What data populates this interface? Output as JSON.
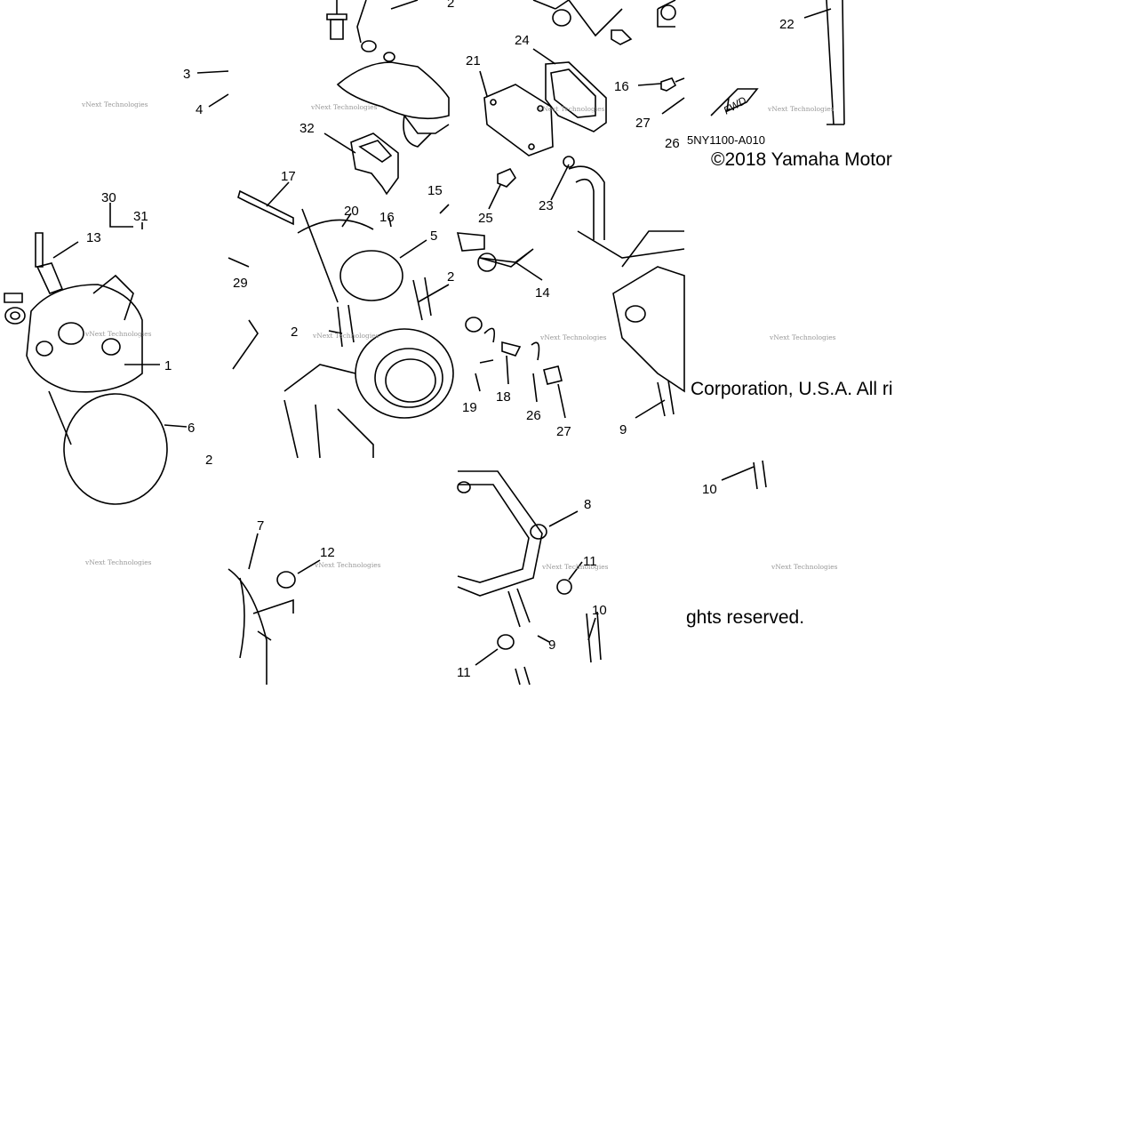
{
  "diagram": {
    "part_code": "5NY1100-A010",
    "copyright_lines": [
      "©2018 Yamaha Motor",
      "Corporation, U.S.A. All ri",
      "ghts reserved."
    ],
    "watermark": "vNext Technologies",
    "fwd_label": "FWD",
    "callouts": [
      "1",
      "2",
      "2",
      "2",
      "2",
      "3",
      "4",
      "5",
      "6",
      "7",
      "8",
      "9",
      "9",
      "10",
      "10",
      "11",
      "11",
      "12",
      "13",
      "14",
      "15",
      "16",
      "16",
      "17",
      "18",
      "19",
      "20",
      "21",
      "22",
      "23",
      "24",
      "25",
      "26",
      "26",
      "27",
      "27",
      "29",
      "30",
      "31",
      "32"
    ]
  }
}
